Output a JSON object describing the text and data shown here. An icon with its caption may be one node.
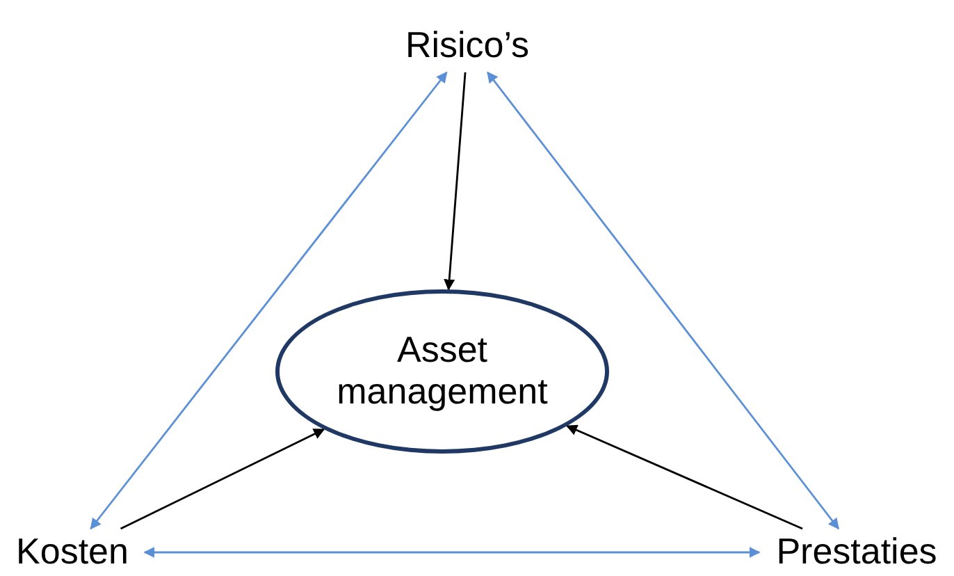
{
  "diagram": {
    "nodes": [
      {
        "text": [
          "Risico’s"
        ]
      },
      {
        "text": [
          "Asset management"
        ]
      },
      {
        "text": [
          "Kosten"
        ]
      },
      {
        "text": [
          "Prestaties"
        ]
      }
    ],
    "edges": [
      {
        "from": 0,
        "to": 1,
        "arrow": "to",
        "color": "#000000"
      },
      {
        "from": 2,
        "to": 1,
        "arrow": "to",
        "color": "#000000"
      },
      {
        "from": 3,
        "to": 1,
        "arrow": "to",
        "color": "#000000"
      },
      {
        "from": 0,
        "to": 2,
        "arrow": "both",
        "color": "#5b8fd6"
      },
      {
        "from": 0,
        "to": 3,
        "arrow": "both",
        "color": "#5b8fd6"
      },
      {
        "from": 2,
        "to": 3,
        "arrow": "both",
        "color": "#5b8fd6"
      }
    ]
  }
}
